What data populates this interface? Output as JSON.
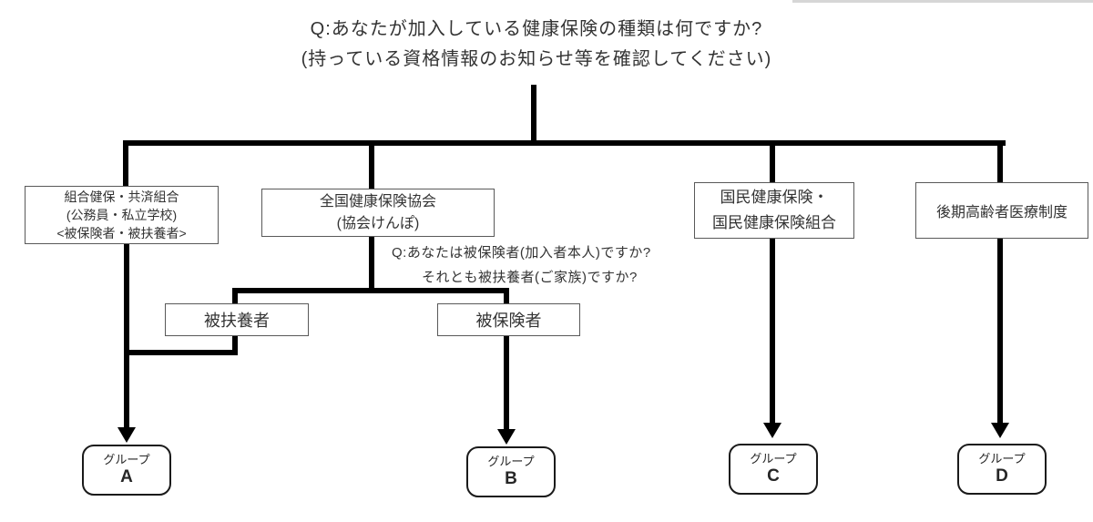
{
  "title": {
    "line1": "Q:あなたが加入している健康保険の種類は何ですか?",
    "line2": "(持っている資格情報のお知らせ等を確認してください)"
  },
  "branches": [
    {
      "name": "union-kyosai",
      "lines": [
        "組合健保・共済組合",
        "(公務員・私立学校)",
        "<被保険者・被扶養者>"
      ]
    },
    {
      "name": "kyokai-kenpo",
      "lines": [
        "全国健康保険協会",
        "(協会けんぽ)"
      ]
    },
    {
      "name": "kokumin-kenko-hoken",
      "lines": [
        "国民健康保険・",
        "国民健康保険組合"
      ]
    },
    {
      "name": "kouki-koureisha",
      "lines": [
        "後期高齢者医療制度"
      ]
    }
  ],
  "sub_question": {
    "line1": "Q:あなたは被保険者(加入者本人)ですか?",
    "line2": "それとも被扶養者(ご家族)ですか?"
  },
  "sub_branches": [
    {
      "label": "被扶養者"
    },
    {
      "label": "被保険者"
    }
  ],
  "groups": [
    {
      "label": "グループ",
      "letter": "A"
    },
    {
      "label": "グループ",
      "letter": "B"
    },
    {
      "label": "グループ",
      "letter": "C"
    },
    {
      "label": "グループ",
      "letter": "D"
    }
  ],
  "colors": {
    "line": "#000000",
    "box_border": "#595959",
    "group_border": "#1a1a1a",
    "text": "#333333"
  }
}
